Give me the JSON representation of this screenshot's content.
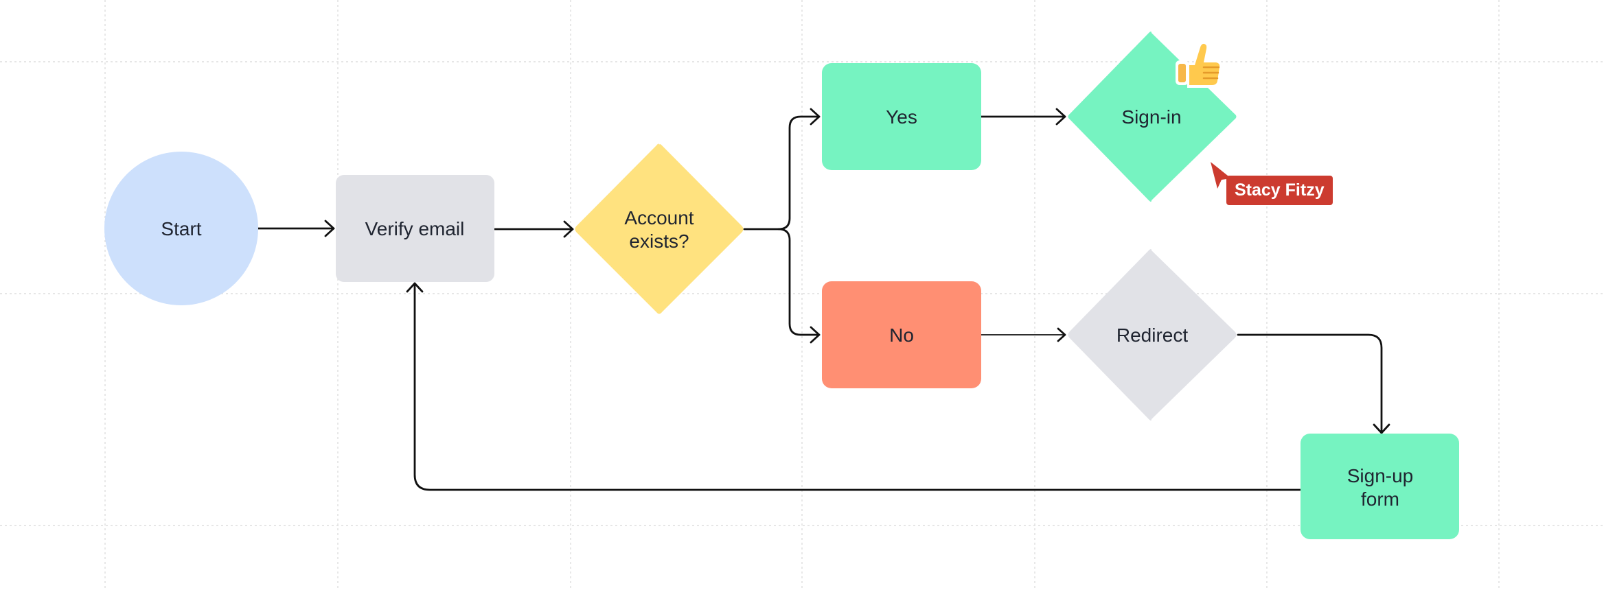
{
  "colors": {
    "start": "#cde0fc",
    "process": "#e1e2e7",
    "decision": "#ffe27f",
    "success": "#76f3c1",
    "failure": "#ff8f73",
    "cursor": "#cc3b2f",
    "text": "#1f2430",
    "edge": "#111111",
    "grid": "#dedede"
  },
  "nodes": {
    "start": {
      "label": "Start"
    },
    "verify_email": {
      "label": "Verify email"
    },
    "account_exists": {
      "line1": "Account",
      "line2": "exists?"
    },
    "yes": {
      "label": "Yes"
    },
    "sign_in": {
      "label": "Sign-in"
    },
    "no": {
      "label": "No"
    },
    "redirect": {
      "label": "Redirect"
    },
    "sign_up_form": {
      "line1": "Sign-up",
      "line2": "form"
    }
  },
  "collaborator": {
    "name": "Stacy Fitzy",
    "reaction_icon": "thumbs-up-icon",
    "pointer_icon": "cursor-arrow-icon"
  }
}
